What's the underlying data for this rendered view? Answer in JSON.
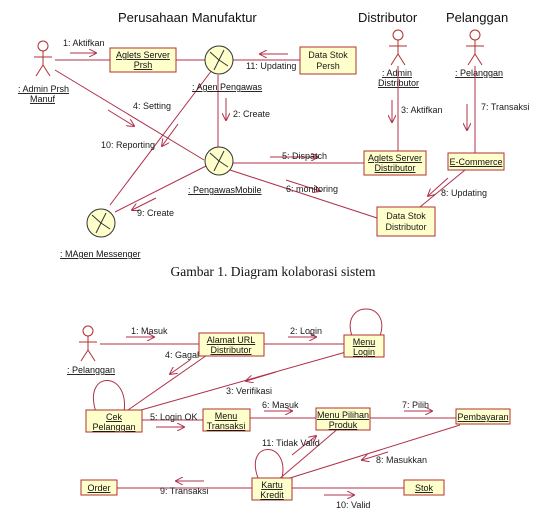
{
  "diagram1": {
    "headers": {
      "manufaktur": "Perusahaan Manufaktur",
      "distributor": "Distributor",
      "pelanggan": "Pelanggan"
    },
    "actors": {
      "admin_prsh_line1": ": Admin Prsh",
      "admin_prsh_line2": "Manuf",
      "admin_dist_line1": ": Admin",
      "admin_dist_line2": "Distributor",
      "pelanggan": ": Pelanggan"
    },
    "agents": {
      "pengawas": ": Agen Pengawas",
      "mobile": ": PengawasMobile",
      "messenger": ": MAgen Messenger"
    },
    "boxes": {
      "aglets_prsh_l1": "Aglets Server",
      "aglets_prsh_l2": "Prsh",
      "stok_persh_l1": "Data Stok",
      "stok_persh_l2": "Persh",
      "aglets_dist_l1": "Aglets Server",
      "aglets_dist_l2": "Distributor",
      "ecommerce": "E-Commerce",
      "stok_dist_l1": "Data Stok",
      "stok_dist_l2": "Distributor"
    },
    "messages": {
      "m1": "1: Aktifkan",
      "m11": "11: Updating",
      "m2": "2: Create",
      "m3": "3: Aktifkan",
      "m4": "4: Setting",
      "m5": "5: Dispatch",
      "m6": "6: monitoring",
      "m7": "7: Transaksi",
      "m8": "8: Updating",
      "m9": "9: Create",
      "m10": "10: Reporting"
    },
    "caption": "Gambar 1. Diagram kolaborasi sistem"
  },
  "diagram2": {
    "actor": ": Pelanggan",
    "boxes": {
      "alamat_l1": "Alamat URL",
      "alamat_l2": "Distributor",
      "menu_login_l1": "Menu",
      "menu_login_l2": "Login",
      "cek_l1": "Cek",
      "cek_l2": "Pelanggan",
      "menu_trans_l1": "Menu",
      "menu_trans_l2": "Transaksi",
      "pilihan_l1": "Menu Pilihan",
      "pilihan_l2": "Produk",
      "pembayaran": "Pembayaran",
      "order": "Order",
      "kartu_l1": "Kartu",
      "kartu_l2": "Kredit",
      "stok": "Stok"
    },
    "messages": {
      "m1": "1: Masuk",
      "m2": "2: Login",
      "m3": "3: Verifikasi",
      "m4": "4: Gagal",
      "m5": "5: Login OK",
      "m6": "6: Masuk",
      "m7": "7: Pilih",
      "m8": "8: Masukkan",
      "m9": "9: Transaksi",
      "m10": "10: Valid",
      "m11": "11: Tidak Valid"
    }
  }
}
